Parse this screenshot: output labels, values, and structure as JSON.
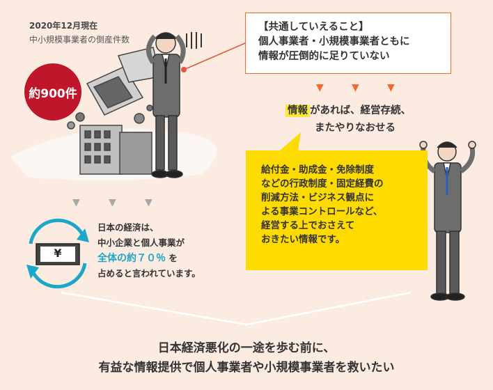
{
  "header": {
    "date": "2020年12月現在",
    "subtitle": "中小規模事業者の倒産件数",
    "badge": "約900件"
  },
  "callout": {
    "line1": "【共通していえること】",
    "line2": "個人事業者・小規模事業者ともに",
    "line3": "情報が圧倒的に足りていない"
  },
  "info": {
    "highlight": "情報",
    "rest": "があれば、経営存続、",
    "line2": "またやりなおせる"
  },
  "info_box": {
    "lines": [
      "給付金・助成金・免除制度",
      "などの行政制度・固定経費の",
      "削減方法・ビジネス観点に",
      "よる事業コントロールなど、",
      "経営する上でおさえて",
      "おきたい情報です。"
    ]
  },
  "economy": {
    "line1": "日本の経済は、",
    "line2": "中小企業と個人事業が",
    "highlight": "全体の約７０％",
    "suffix": "を",
    "line4": "占めると言われています。",
    "yen_symbol": "¥"
  },
  "footer": {
    "line1": "日本経済悪化の一途を歩む前に、",
    "line2": "有益な情報提供で個人事業者や小規模事業者を救いたい"
  },
  "colors": {
    "background": "#fbebe1",
    "badge": "#c0162c",
    "callout_border": "#f26a2e",
    "highlight_yellow": "#fdda00",
    "cycle_blue": "#1ba7c9"
  }
}
